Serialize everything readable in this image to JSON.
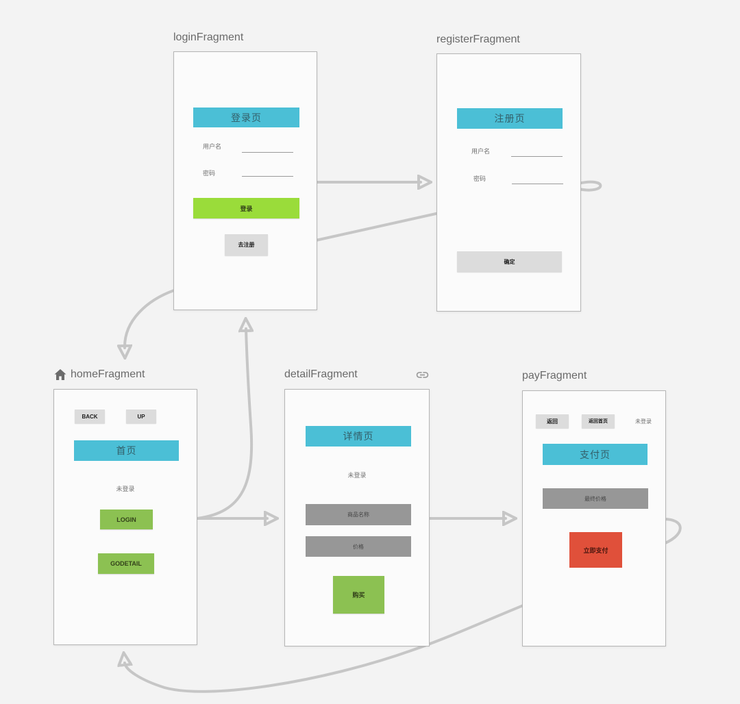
{
  "colors": {
    "canvas_bg": "#f3f3f3",
    "card_bg": "#fbfbfb",
    "card_border": "#b5b5b5",
    "title_text": "#6a6a6a",
    "cyan_header": "#4bbfd6",
    "green_bright": "#9adc3a",
    "green": "#8cc152",
    "red": "#e0503a",
    "gray_bar": "#979797",
    "gray_button": "#dcdcdc",
    "edge": "#c6c6c6"
  },
  "icons": {
    "home_indicator": "home-icon",
    "deeplink_indicator": "link-icon"
  },
  "login": {
    "title": "loginFragment",
    "header": "登录页",
    "username_label": "用户名",
    "password_label": "密码",
    "login_button": "登录",
    "go_register_button": "去注册"
  },
  "register": {
    "title": "registerFragment",
    "header": "注册页",
    "username_label": "用户名",
    "password_label": "密码",
    "confirm_button": "确定"
  },
  "home": {
    "title": "homeFragment",
    "header": "首页",
    "status": "未登录",
    "back_button": "BACK",
    "up_button": "UP",
    "login_button": "LOGIN",
    "godetail_button": "GODETAIL"
  },
  "detail": {
    "title": "detailFragment",
    "header": "详情页",
    "status": "未登录",
    "name_bar": "商品名称",
    "price_bar": "价格",
    "buy_button": "购买"
  },
  "pay": {
    "title": "payFragment",
    "header": "支付页",
    "status": "未登录",
    "back_button": "返回",
    "back_home_button": "返回首页",
    "final_price_bar": "最终价格",
    "pay_button": "立即支付"
  },
  "edges": [
    {
      "from": "loginFragment",
      "to": "registerFragment"
    },
    {
      "from": "registerFragment",
      "to": "loginFragment"
    },
    {
      "from": "loginFragment",
      "to": "homeFragment"
    },
    {
      "from": "homeFragment",
      "to": "loginFragment"
    },
    {
      "from": "homeFragment",
      "to": "detailFragment"
    },
    {
      "from": "detailFragment",
      "to": "payFragment"
    },
    {
      "from": "payFragment",
      "to": "homeFragment"
    },
    {
      "from": "registerFragment",
      "to": "registerFragment"
    },
    {
      "from": "payFragment",
      "to": "payFragment"
    }
  ]
}
